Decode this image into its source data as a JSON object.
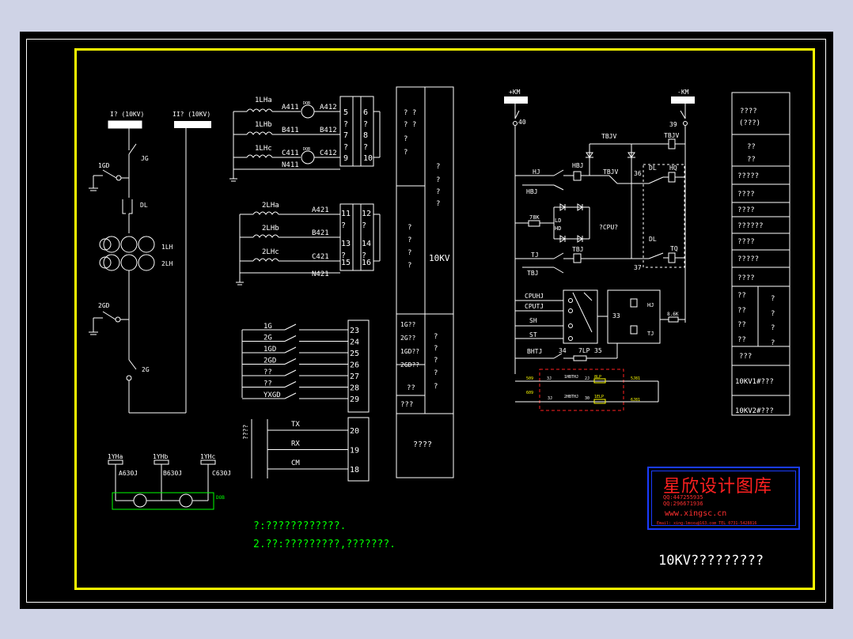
{
  "labels": {
    "bus1": "I? (10KV)",
    "bus2": "II? (10KV)",
    "jg": "JG",
    "jgd1": "1GD",
    "dl": "DL",
    "lh1": "1LH",
    "lh2": "2LH",
    "gd2": "2GD",
    "g2": "2G",
    "lha": "1LHa",
    "lhb": "1LHb",
    "lhc": "1LHc",
    "a411": "A411",
    "b411": "B411",
    "c411": "C411",
    "n411": "N411",
    "a412": "A412",
    "b412": "B412",
    "c412": "C412",
    "lh2a": "2LHa",
    "lh2b": "2LHb",
    "lh2c": "2LHc",
    "a421": "A421",
    "b421": "B421",
    "c421": "C421",
    "n421": "N421",
    "dob": "DOB",
    "yh_a": "1YHa",
    "yh_b": "1YHb",
    "yh_c": "1YHc",
    "a630": "A630J",
    "b630": "B630J",
    "c630": "C630J",
    "tx": "TX",
    "rx": "RX",
    "cm": "CM",
    "side_q": "????",
    "plus_km": "+KM",
    "minus_km": "-KM",
    "n40": "40",
    "n39": "39",
    "tbjv": "TBJV",
    "hj": "HJ",
    "hbj": "HBJ",
    "tbjv2": "TBJV",
    "n36": "36",
    "hq": "HQ",
    "r78": "78K",
    "ld": "LD",
    "hd": "HD",
    "cpu": "?CPU?",
    "tj": "TJ",
    "tbj": "TBJ",
    "tbj2": "TBJ",
    "n37": "37",
    "tq": "TQ",
    "dl2": "DL",
    "dl3": "DL",
    "cpuhj": "CPUHJ",
    "cputj": "CPUTJ",
    "sh": "SH",
    "st": "ST",
    "n33": "33",
    "r8k": "8.6K",
    "hj2": "HJ",
    "tj2": "TJ",
    "tbjv3": "TBJV",
    "bhtj": "BHTJ",
    "n34": "34",
    "lp": "7LP",
    "n35": "35",
    "r_509": "509",
    "r_609": "609",
    "r_3": "3J",
    "r_bhtj": "1HBTHJ",
    "r_2": "2J",
    "r_8lp": "8LP",
    "r_1": "3J",
    "r_2bh": "2HBTHJ",
    "r_30": "30",
    "r_1lp": "1ELP",
    "r_5": "5",
    "r_6": "6",
    "r_7": "7",
    "r_8": "8",
    "r_91": "9",
    "r_52": "5J81",
    "r_62": "6J81"
  },
  "terminals_a": [
    "5",
    "?",
    "7",
    "?",
    "9"
  ],
  "terminals_b": [
    "6",
    "?",
    "8",
    "?",
    "10"
  ],
  "terminals_c": [
    "11",
    "?",
    "13",
    "?",
    "15"
  ],
  "terminals_d": [
    "12",
    "?",
    "14",
    "?",
    "16"
  ],
  "switch_rows": [
    {
      "label": "1G",
      "num": "23"
    },
    {
      "label": "2G",
      "num": "24"
    },
    {
      "label": "1GD",
      "num": "25"
    },
    {
      "label": "2GD",
      "num": "26"
    },
    {
      "label": "??",
      "num": "27"
    },
    {
      "label": "??",
      "num": "28"
    },
    {
      "label": "YXGD",
      "num": "29"
    }
  ],
  "comm_rows": [
    {
      "label": "TX",
      "num": "20"
    },
    {
      "label": "RX",
      "num": "19"
    },
    {
      "label": "CM",
      "num": "18"
    }
  ],
  "mid_table": {
    "r1_left": [
      "? ?",
      "? ?",
      "?",
      "?"
    ],
    "r1_right": [
      "?",
      "?",
      "?",
      "?"
    ],
    "r2_left": [
      "?",
      "?",
      "?",
      "?"
    ],
    "r2_right": "10KV",
    "r3_left": [
      "1G??",
      "2G??",
      "1GD??",
      "2GD??"
    ],
    "r3_right": [
      "?",
      "?",
      "?",
      "?",
      "?"
    ],
    "r4_left": "??",
    "r5_left": "???",
    "r6": "????"
  },
  "right_table": {
    "r1": [
      "????",
      "(???)"
    ],
    "r2": [
      "??",
      "??"
    ],
    "rows": [
      "?????",
      "????",
      "????",
      "??????",
      "????",
      "?????",
      "????"
    ],
    "split_left": [
      "??",
      "??",
      "??",
      "??"
    ],
    "split_right": [
      "?",
      "?",
      "?",
      "?"
    ],
    "r_q": "???",
    "r_10kv1": "10KV1#???",
    "r_10kv2": "10KV2#???"
  },
  "notes": {
    "note1": "?:????????????.",
    "note2": "2.??:?????????,???????."
  },
  "title_block": "10KV?????????",
  "watermark": {
    "title": "星欣设计图库",
    "qq1": "QQ:447255935",
    "qq2": "QQ:296671936",
    "url": "www.xingsc.cn",
    "mail": "Email: xing-lmoxu@163.com TEL 0731-5428816"
  },
  "colors": {
    "background": "#000000",
    "frame": "#ffff00",
    "lines": "#ffffff",
    "notes": "#00ff00",
    "watermark_text": "#ff2020",
    "watermark_border": "#1a3cff",
    "page": "#cfd3e6"
  }
}
